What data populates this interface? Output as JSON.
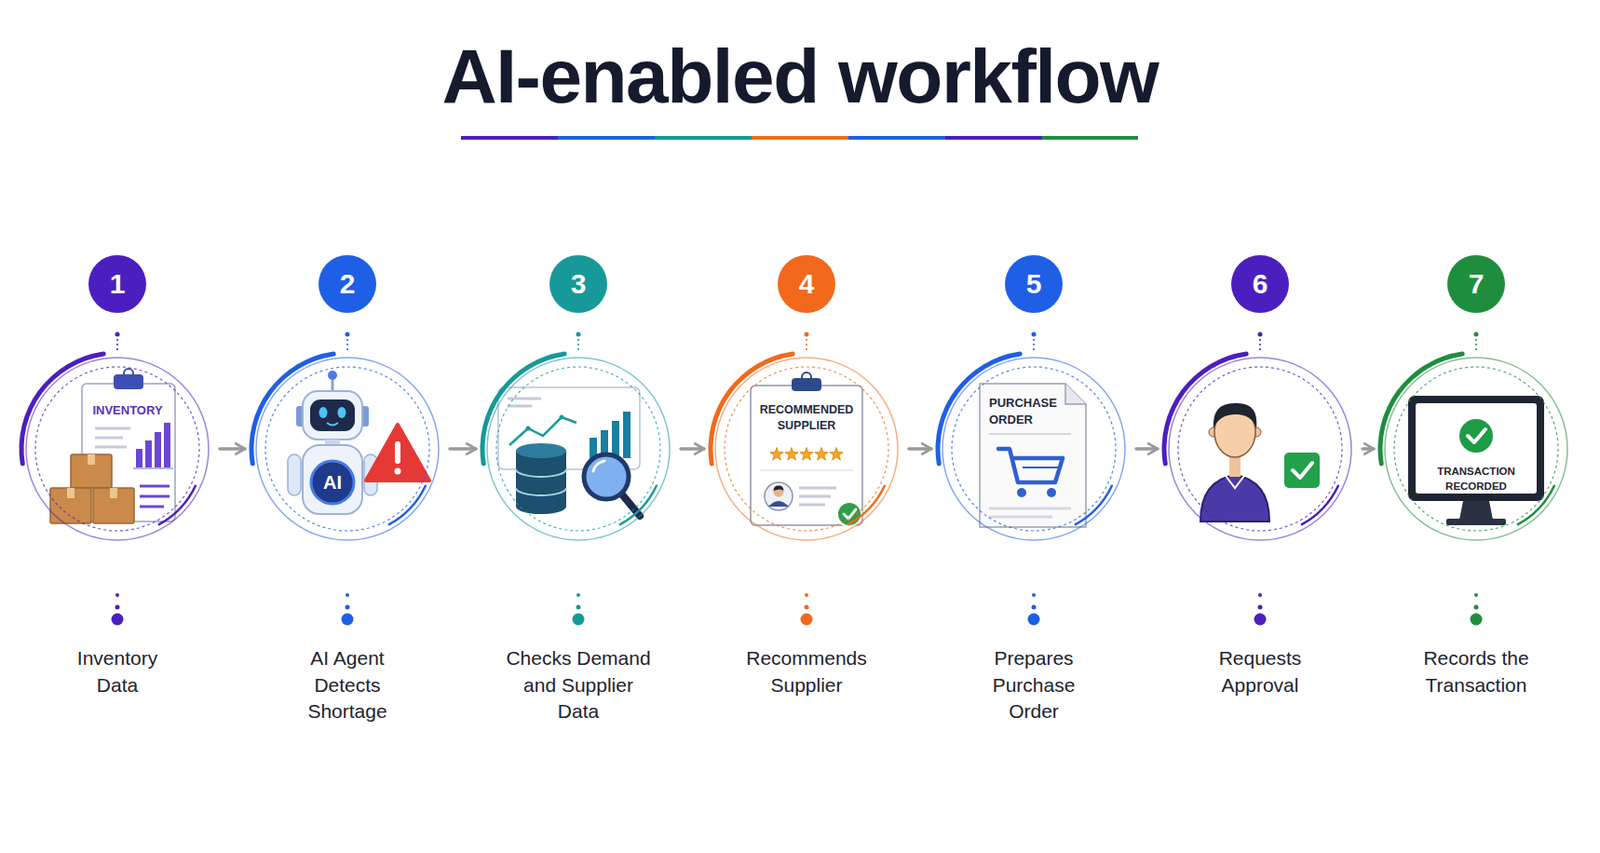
{
  "diagram": {
    "title": "AI-enabled workflow",
    "nodes": [
      {
        "text": [
          "INVENTORY",
          "Inventory Data"
        ]
      },
      {
        "text": [
          "AI",
          "AI Agent Detects Shortage"
        ]
      },
      {
        "text": [
          "Checks Demand and Supplier Data"
        ]
      },
      {
        "text": [
          "RECOMMENDED SUPPLIER",
          "Recommends Supplier"
        ]
      },
      {
        "text": [
          "PURCHASE ORDER",
          "Prepares Purchase Order"
        ]
      },
      {
        "text": [
          "Requests Approval"
        ]
      },
      {
        "text": [
          "TRANSACTION RECORDED",
          "Records the Transaction"
        ]
      }
    ],
    "edges": [
      {
        "from": 0,
        "to": 1,
        "arrow": "to"
      },
      {
        "from": 1,
        "to": 2,
        "arrow": "to"
      },
      {
        "from": 2,
        "to": 3,
        "arrow": "to"
      },
      {
        "from": 3,
        "to": 4,
        "arrow": "to"
      },
      {
        "from": 4,
        "to": 5,
        "arrow": "to"
      },
      {
        "from": 5,
        "to": 6,
        "arrow": "to"
      }
    ],
    "labels": [
      "1",
      "2",
      "3",
      "4",
      "5",
      "6",
      "7"
    ]
  }
}
